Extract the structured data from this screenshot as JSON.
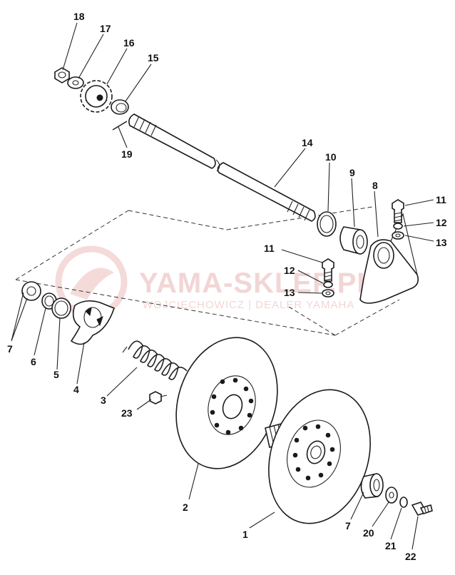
{
  "watermark": {
    "title": "YAMA-SKLEP.PL",
    "subtitle": "WOJCIECHOWICZ | DEALER YAMAHA"
  },
  "callouts": [
    {
      "id": "c18",
      "label": "18"
    },
    {
      "id": "c17",
      "label": "17"
    },
    {
      "id": "c16",
      "label": "16"
    },
    {
      "id": "c15",
      "label": "15"
    },
    {
      "id": "c14",
      "label": "14"
    },
    {
      "id": "c19",
      "label": "19"
    },
    {
      "id": "c10",
      "label": "10"
    },
    {
      "id": "c9",
      "label": "9"
    },
    {
      "id": "c8",
      "label": "8"
    },
    {
      "id": "c11a",
      "label": "11"
    },
    {
      "id": "c12a",
      "label": "12"
    },
    {
      "id": "c13a",
      "label": "13"
    },
    {
      "id": "c11b",
      "label": "11"
    },
    {
      "id": "c12b",
      "label": "12"
    },
    {
      "id": "c13b",
      "label": "13"
    },
    {
      "id": "c7a",
      "label": "7"
    },
    {
      "id": "c6",
      "label": "6"
    },
    {
      "id": "c5",
      "label": "5"
    },
    {
      "id": "c4",
      "label": "4"
    },
    {
      "id": "c3",
      "label": "3"
    },
    {
      "id": "c23",
      "label": "23"
    },
    {
      "id": "c2",
      "label": "2"
    },
    {
      "id": "c1",
      "label": "1"
    },
    {
      "id": "c7b",
      "label": "7"
    },
    {
      "id": "c20",
      "label": "20"
    },
    {
      "id": "c21",
      "label": "21"
    },
    {
      "id": "c22",
      "label": "22"
    }
  ]
}
